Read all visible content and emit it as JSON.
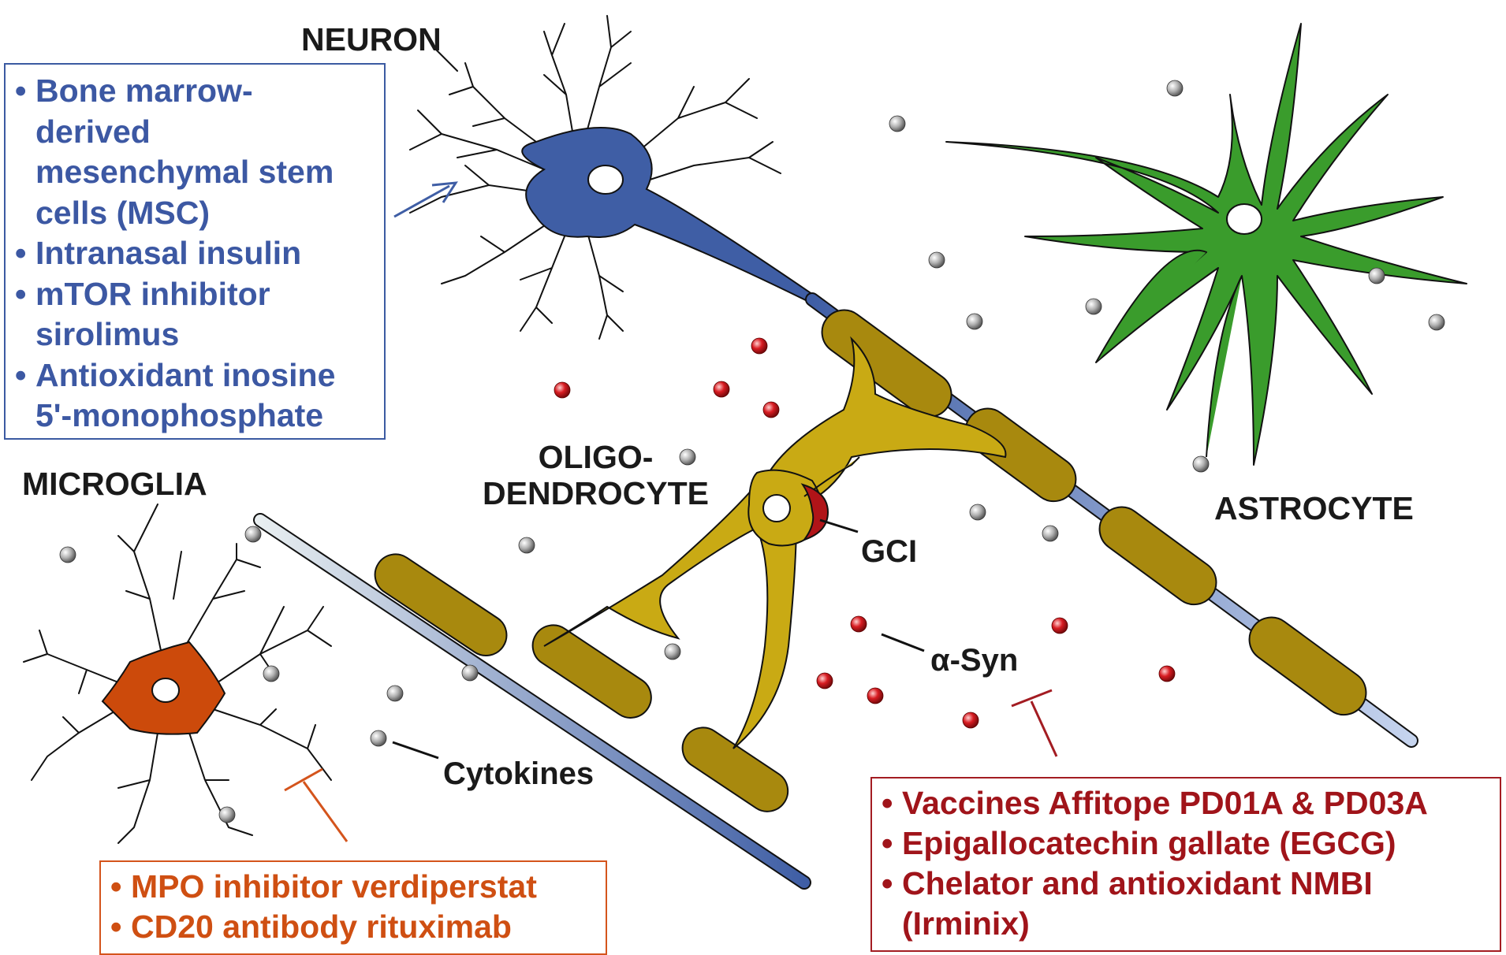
{
  "labels": {
    "neuron": "NEURON",
    "microglia": "MICROGLIA",
    "oligodendrocyte_line1": "OLIGO-",
    "oligodendrocyte_line2": "DENDROCYTE",
    "astrocyte": "ASTROCYTE",
    "gci": "GCI",
    "alpha_syn": "α-Syn",
    "cytokines": "Cytokines"
  },
  "neuron_therapies": {
    "line1": "Bone marrow-",
    "line2": "derived",
    "line3": "mesenchymal stem",
    "line4": "cells (MSC)",
    "line5": "Intranasal insulin",
    "line6": "mTOR inhibitor",
    "line7": "sirolimus",
    "line8": "Antioxidant inosine",
    "line9": "5'-monophosphate"
  },
  "microglia_therapies": [
    "MPO inhibitor verdiperstat",
    "CD20 antibody rituximab"
  ],
  "synuclein_therapies": {
    "line1": "Vaccines Affitope PD01A & PD03A",
    "line2": "Epigallocatechin gallate (EGCG)",
    "line3": "Chelator and antioxidant NMBI",
    "line4": "(Irminix)"
  },
  "colors": {
    "neuron": "#3f5ea5",
    "astrocyte": "#3a9c2c",
    "microglia": "#cc4a0b",
    "oligodendrocyte": "#c9aa14",
    "myelin": "#a8890e",
    "gci": "#b01418",
    "alpha_syn_particle": "#c8151b",
    "cytokine_particle": "#9a9a9a"
  }
}
